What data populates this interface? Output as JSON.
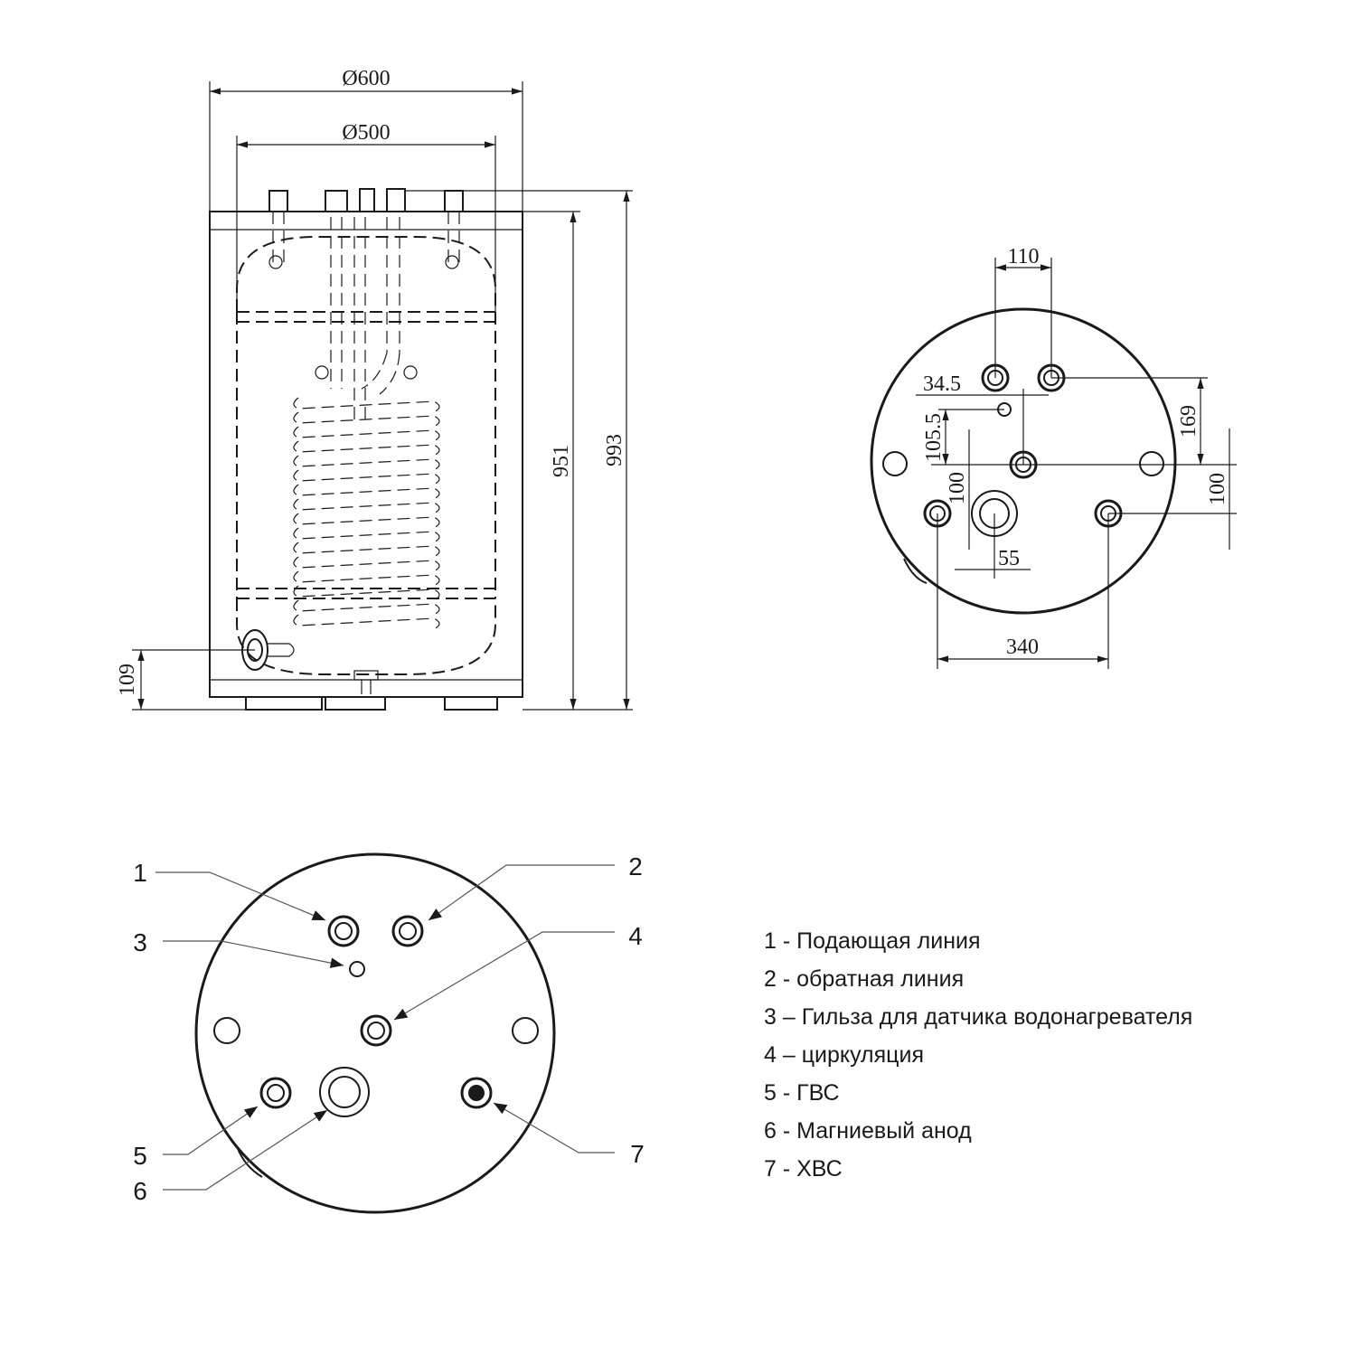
{
  "front_view": {
    "dimensions": {
      "outer_diameter": "Ø600",
      "inner_diameter": "Ø500",
      "height_body": "951",
      "height_total": "993",
      "flange_height": "109"
    }
  },
  "top_dimension_view": {
    "dimensions": {
      "pipe_spacing": "110",
      "sensor_offset_x": "34.5",
      "sensor_offset_y": "105.5",
      "vertical_100_left": "100",
      "vertical_169": "169",
      "vertical_100_right": "100",
      "anode_offset": "55",
      "outer_pipe_spacing": "340"
    }
  },
  "callout_view": {
    "callouts": [
      "1",
      "2",
      "3",
      "4",
      "5",
      "6",
      "7"
    ]
  },
  "legend": [
    "1 - Подающая линия",
    "2 - обратная линия",
    "3 – Гильза для датчика водонагревателя",
    "4 – циркуляция",
    "5 - ГВС",
    "6 - Магниевый анод",
    "7 - ХВС"
  ],
  "colors": {
    "line": "#1a1a1a",
    "leader": "#555555",
    "background": "#ffffff"
  }
}
